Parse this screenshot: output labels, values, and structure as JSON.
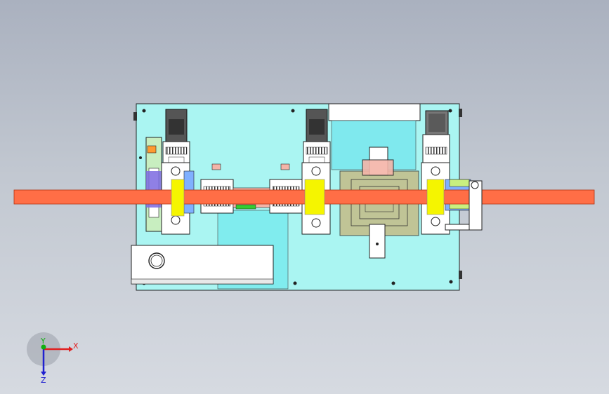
{
  "viewport": {
    "background_top": "#aab1bf",
    "background_bottom": "#d6dae1"
  },
  "machine": {
    "base_plate_color": "#aaf5f2",
    "strip_color": "#ff6e46",
    "roller_color": "#f5f500",
    "tooling_color": "#c8b478",
    "motor_color": "#505050",
    "motor_count": 3,
    "roller_count": 3
  },
  "triad": {
    "x_label": "X",
    "y_label": "Y",
    "z_label": "Z",
    "x_color": "#e02020",
    "y_color": "#10b010",
    "z_color": "#2020d0"
  }
}
